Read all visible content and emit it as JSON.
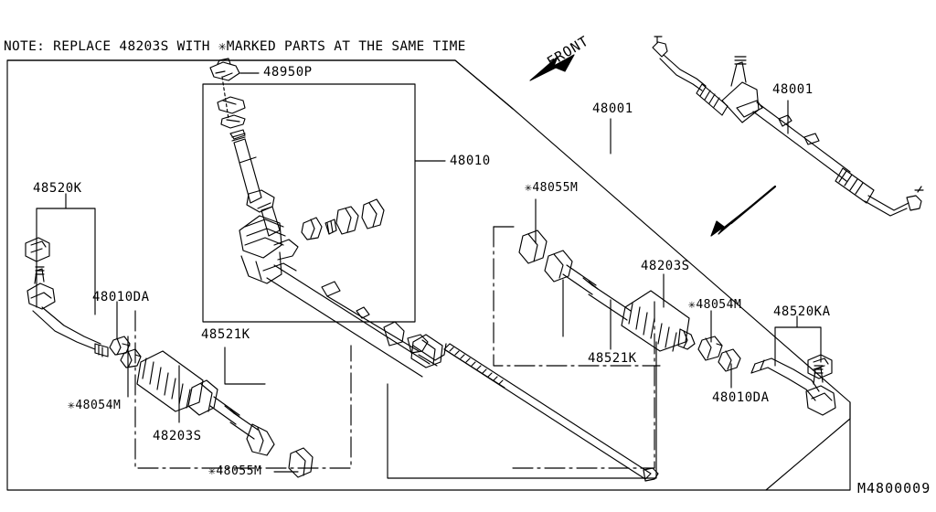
{
  "diagram": {
    "code": "M4800009",
    "note": "NOTE: REPLACE 48203S  WITH ✳MARKED PARTS AT THE SAME TIME",
    "orientation_label": "FRONT",
    "star_marker": "✳"
  },
  "labels": {
    "pinion_cap": "48950P",
    "gear_assy": "48010",
    "rack_assy_left": "48001",
    "rack_assy_right": "48001",
    "outer_tie_rod_left": "48520K",
    "outer_tie_rod_right": "48520KA",
    "clamp_left": "48010DA",
    "clamp_right": "48010DA",
    "boot_left": "48203S",
    "boot_right": "48203S",
    "inner_socket_left": "48521K",
    "inner_socket_right": "48521K",
    "boot_clamp_small_left": "48054M",
    "boot_clamp_small_right": "48054M",
    "boot_ring_left": "48055M",
    "boot_ring_right": "48055M"
  },
  "starred_labels": {
    "boot_ring_right": "✳48055M",
    "boot_clamp_small_right": "✳48054M",
    "boot_clamp_small_left": "✳48054M",
    "boot_ring_left": "✳48055M"
  },
  "colors": {
    "line": "#000000",
    "background": "#ffffff"
  }
}
